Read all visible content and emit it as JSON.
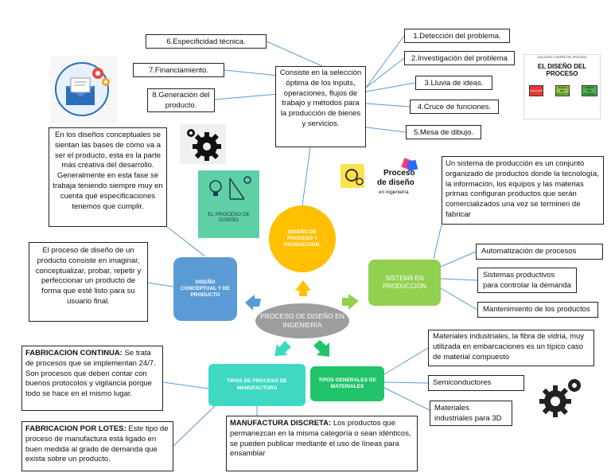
{
  "colors": {
    "center": "#9e9e9e",
    "diseno_proceso": "#ffc000",
    "conceptual": "#5b9bd5",
    "sistema": "#92d050",
    "tipos_proceso": "#3fd9c2",
    "tipos_materiales": "#21c46a",
    "line": "#5b9bd5"
  },
  "center": {
    "label": "PROCESO DE DISEÑO EN INGENIERIA"
  },
  "branches": {
    "diseno_proceso": "DISEÑO DE PROCESO Y PRODUCCIÓN.",
    "conceptual": "DISEÑO CONCEPTUAL Y DE PRODUCTO",
    "sistema": "SISTEMA EN PRODUCCION",
    "tipos_proceso": "TIPOS DE PROCESO DE MANUFACTURA",
    "tipos_materiales": "TIPOS GENERALES DE MATERIALES"
  },
  "top": {
    "definition": "Consiste en la selección óptima de los inputs, operaciones, flujos de trabajo y métodos para la producción de bienes y servicios.",
    "left_items": [
      "6.Especificidad técnica.",
      "7.Financiamiento.",
      "8.Generación del producto."
    ],
    "right_items": [
      "1.Detección del problema.",
      "2.Investigación del problema",
      "3.Lluvia de ideas.",
      "4.Cruce de funciones.",
      "5.Mesa de dibujo."
    ]
  },
  "conceptual_texts": {
    "fases": "En los diseños conceptuales se sientan las bases de cómo va a ser el producto, esta es la parte más creativa del desarrollo. Generalmente en esta fase se trabaja teniendo siempre muy en cuenta qué especificaciones tenemos que cumplir.",
    "definicion": "El proceso de diseño de un producto consiste en imaginar, conceptualizar, probar, repetir y perfeccionar un producto de forma que esté listo para su usuario final."
  },
  "sistema_texts": {
    "definicion": "Un sistema de producción es un conjunto organizado de productos donde la tecnología, la información, los equipos y las materias primas configuran productos que serán comercializados una vez se terminen de fabricar",
    "items": [
      "Automatización de procesos",
      "Sistemas productivos para controlar la demanda",
      "Mantenimiento de los productos"
    ]
  },
  "materiales": {
    "items": [
      "Materiales industriales, la fibra de vidria, muy utilizada en embarcaciones es un típico caso de material compuesto",
      "Semiconductores",
      "Materiales industriales para 3D"
    ]
  },
  "manufactura": {
    "continua_title": "FABRICACION CONTINUA:",
    "continua_text": " Se trata de procesos que se implementan 24/7. Son procesos que deben contar con buenos protocolos y vigilancia porque todo se hace en el mismo lugar.",
    "lotes_title": "FABRICACION POR LOTES:",
    "lotes_text": " Este tipo de proceso de manufactura está ligado en buen medida al grado de demanda que exista sobre un producto.",
    "discreta_title": "MANUFACTURA DISCRETA:",
    "discreta_text": " Los productos que permanezcan en la misma categoría o sean idénticos, se pueden publicar mediante el uso de líneas para ensamblar"
  },
  "images": {
    "book_title": "EL PROCESO DE DISEÑO",
    "logo_line1": "Proceso",
    "logo_line2": "de diseño",
    "logo_line3": "en ingeniería",
    "slide_caption": "SOLUCIÓN Y DISEÑO DEL PROCESO",
    "slide_title": "EL DISEÑO DEL PROCESO",
    "slide_boxes": [
      "SOLUCIÓN",
      "DISEÑO DEL PRODUCTO",
      "DISEÑO DEL PROCESO"
    ]
  },
  "icons": [
    "envelope-gears-icon",
    "gear-icon",
    "lightbulb-tools-icon",
    "gears-icon"
  ]
}
